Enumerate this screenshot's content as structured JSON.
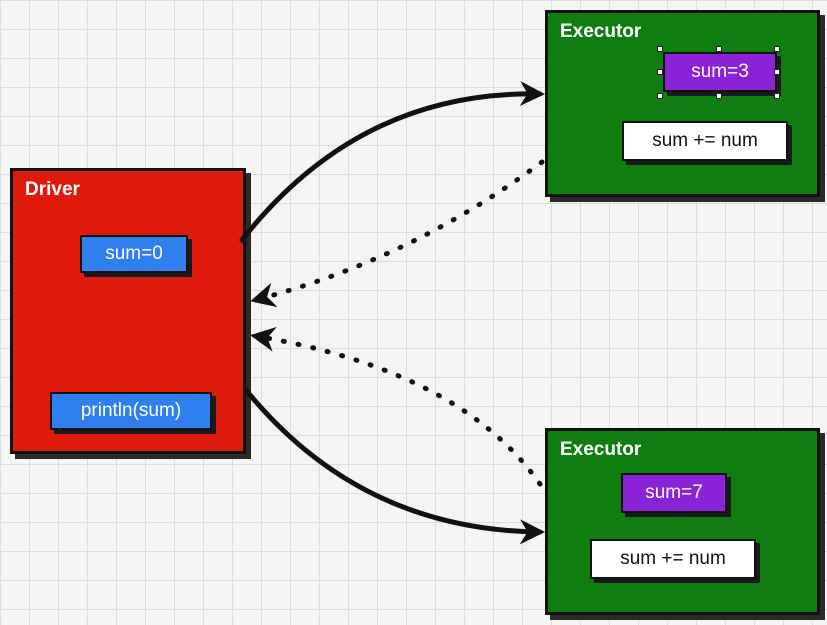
{
  "driver": {
    "title": "Driver",
    "sum_label": "sum=0",
    "print_label": "println(sum)"
  },
  "executor_top": {
    "title": "Executor",
    "sum_label": "sum=3",
    "op_label": "sum += num"
  },
  "executor_bottom": {
    "title": "Executor",
    "sum_label": "sum=7",
    "op_label": "sum += num"
  },
  "colors": {
    "driver": "#dd1a0c",
    "executor": "#0f7d10",
    "chip_blue": "#2f80ee",
    "chip_purple": "#8a22d6",
    "chip_white": "#ffffff",
    "arrow": "#111111"
  }
}
